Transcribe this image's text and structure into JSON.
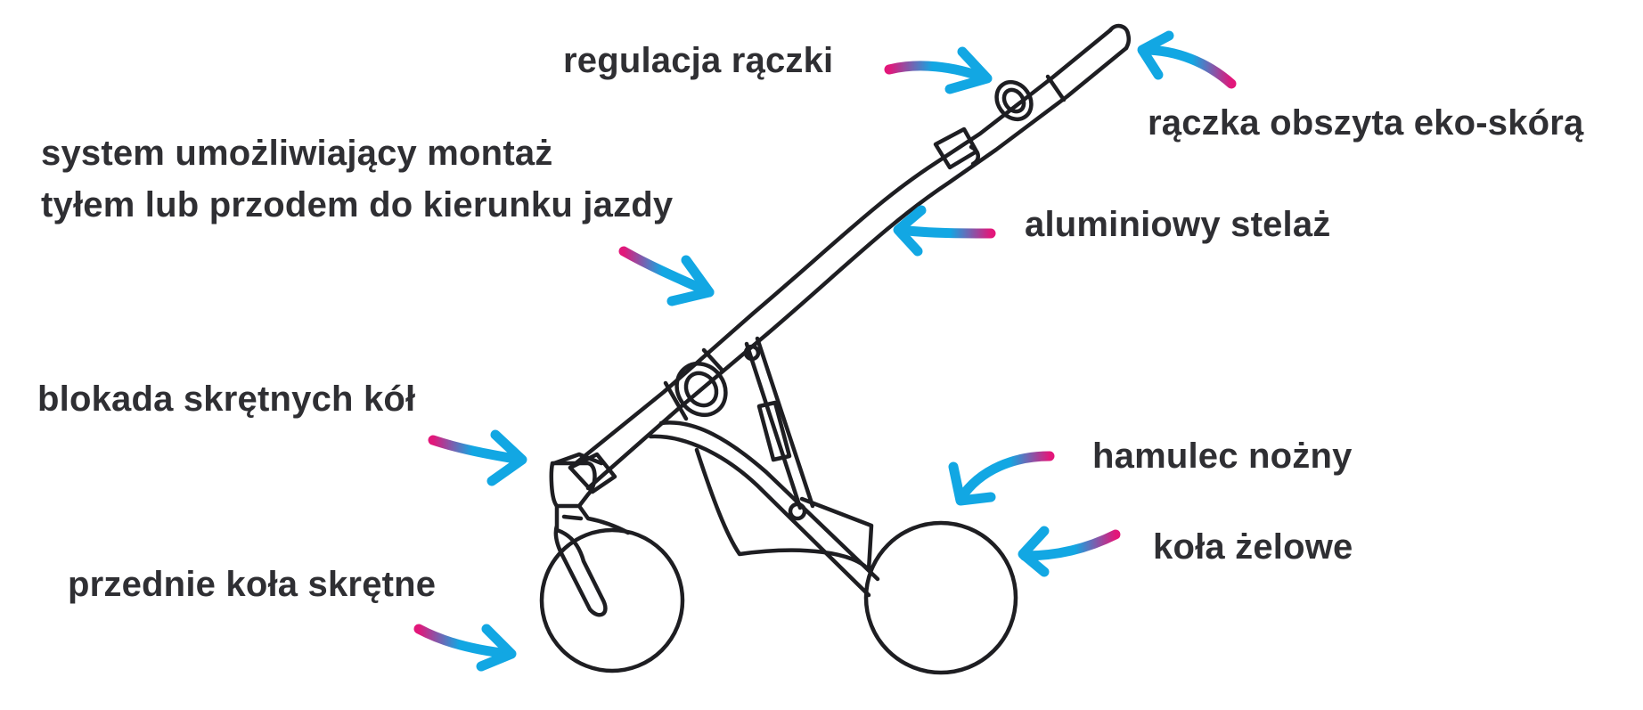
{
  "colors": {
    "text": "#2f2f33",
    "line": "#1e1e22",
    "arrow_start": "#e2177a",
    "arrow_end": "#12a7e3"
  },
  "labels": {
    "handle_adjust": "regulacja rączki",
    "eco_leather_handle": "rączka obszyta eko-skórą",
    "mount_system_line1": "system umożliwiający montaż",
    "mount_system_line2": "tyłem lub przodem do kierunku jazdy",
    "aluminium_frame": "aluminiowy stelaż",
    "swivel_lock": "blokada skrętnych kół",
    "foot_brake": "hamulec nożny",
    "gel_wheels": "koła żelowe",
    "front_swivel_wheels": "przednie koła skrętne"
  },
  "icons": [
    "stroller-frame-illustration",
    "gradient-arrow"
  ]
}
